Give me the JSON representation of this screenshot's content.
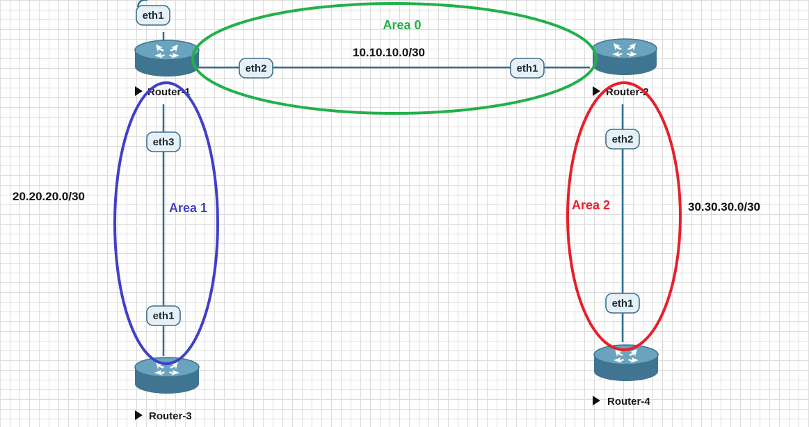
{
  "diagram": {
    "routers": [
      {
        "id": "r1",
        "label": "Router-1"
      },
      {
        "id": "r2",
        "label": "Router-2"
      },
      {
        "id": "r3",
        "label": "Router-3"
      },
      {
        "id": "r4",
        "label": "Router-4"
      }
    ],
    "interfaces": {
      "r1_top": "eth1",
      "r1_eth2": "eth2",
      "r2_eth1": "eth1",
      "r1_eth3": "eth3",
      "r3_eth1": "eth1",
      "r2_eth2": "eth2",
      "r4_eth1": "eth1"
    },
    "networks": {
      "area0_net": "10.10.10.0/30",
      "area1_net": "20.20.20.0/30",
      "area2_net": "30.30.30.0/30"
    },
    "areas": [
      {
        "id": "area0",
        "label": "Area 0",
        "color": "#22b04a"
      },
      {
        "id": "area1",
        "label": "Area 1",
        "color": "#4040c8"
      },
      {
        "id": "area2",
        "label": "Area 2",
        "color": "#e8202a"
      }
    ],
    "colors": {
      "link": "#2f6f96",
      "router_body": "#3f7590",
      "router_top": "#5b93ad"
    }
  }
}
